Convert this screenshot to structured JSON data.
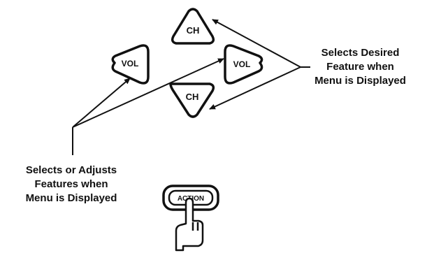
{
  "buttons": {
    "ch_up": "CH",
    "ch_down": "CH",
    "vol_left": "VOL",
    "vol_right": "VOL",
    "action": "ACTION"
  },
  "captions": {
    "select_feature": [
      "Selects Desired",
      "Feature when",
      "Menu is Displayed"
    ],
    "adjust_feature": [
      "Selects or Adjusts",
      "Features when",
      "Menu is Displayed"
    ]
  },
  "colors": {
    "ink": "#111111",
    "background": "#ffffff"
  },
  "icons": [
    "arrow-icon",
    "pointing-hand-icon"
  ]
}
